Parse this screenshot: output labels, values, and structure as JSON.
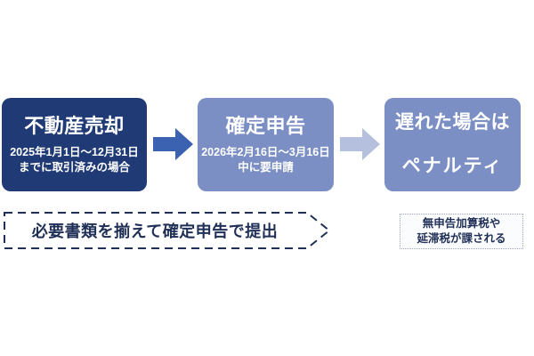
{
  "diagram": {
    "background_color": "#ffffff",
    "steps": [
      {
        "id": "real-estate-sale",
        "title": "不動産売却",
        "sub_line1": "2025年1月1日〜12月31日",
        "sub_line2": "までに取引済みの場合",
        "fill": "#1f3a75",
        "text_color": "#ffffff"
      },
      {
        "id": "final-tax-return",
        "title": "確定申告",
        "sub_line1": "2026年2月16日〜3月16日",
        "sub_line2": "中に要申請",
        "fill": "#7b8fc4",
        "text_color": "#ffffff"
      },
      {
        "id": "penalty",
        "title_line1": "遅れた場合は",
        "title_line2": "ペナルティ",
        "fill": "#7b8fc4",
        "text_color": "#ffffff"
      }
    ],
    "arrows": [
      {
        "id": "arrow-1",
        "icon": "right-arrow-icon",
        "color": "#3b62b0"
      },
      {
        "id": "arrow-2",
        "icon": "right-arrow-icon",
        "color": "#b5c0de"
      }
    ],
    "banner_left": {
      "label": "必要書類を揃えて確定申告で提出",
      "border_color": "#1f2f56",
      "border_style": "dashed",
      "fill": "#ffffff",
      "shape": "pentagon-arrow"
    },
    "note_right": {
      "line1": "無申告加算税や",
      "line2": "延滞税が課される",
      "border_color": "#9aa3b5",
      "border_style": "dotted",
      "fill": "#fbfcfd"
    }
  }
}
